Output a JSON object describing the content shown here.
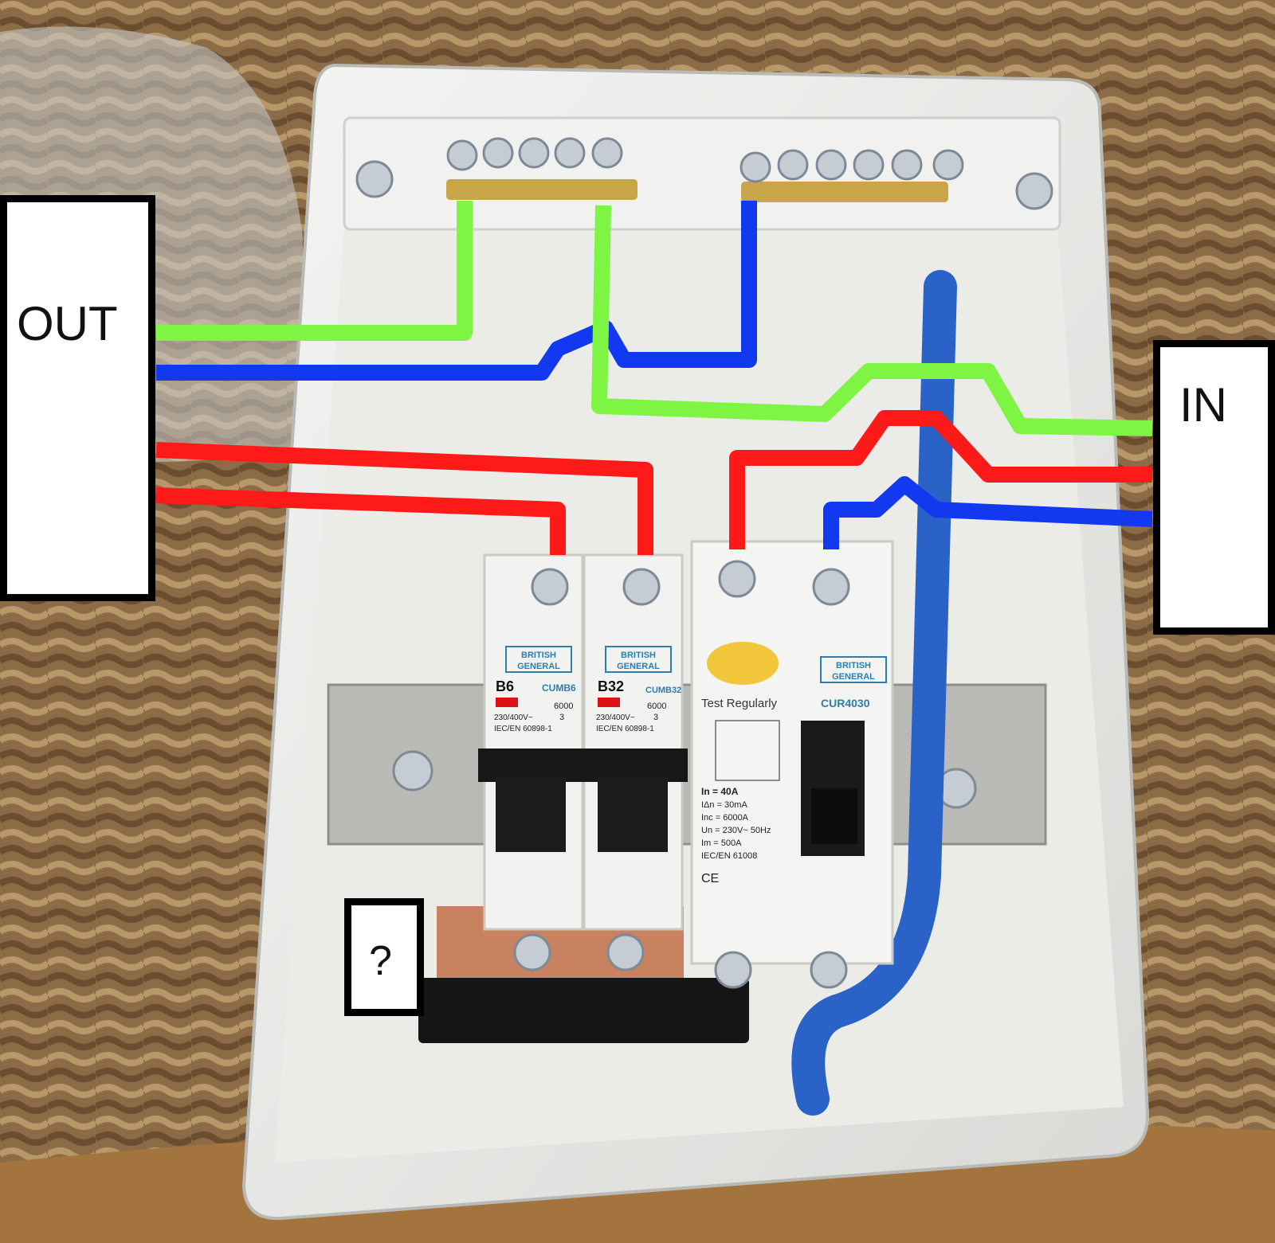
{
  "labels": {
    "out": "OUT",
    "in": "IN",
    "unknown": "?"
  },
  "breakers": [
    {
      "brand_line1": "BRITISH",
      "brand_line2": "GENERAL",
      "rating": "B6",
      "model": "CUMB6",
      "capacity": "6000",
      "class": "3",
      "voltage": "230/400V~",
      "standard": "IEC/EN 60898-1"
    },
    {
      "brand_line1": "BRITISH",
      "brand_line2": "GENERAL",
      "rating": "B32",
      "model": "CUMB32",
      "capacity": "6000",
      "class": "3",
      "voltage": "230/400V~",
      "standard": "IEC/EN 60898-1"
    }
  ],
  "rcd": {
    "brand_line1": "BRITISH",
    "brand_line2": "GENERAL",
    "model": "CUR4030",
    "test_text": "Test Regularly",
    "specs": [
      "In = 40A",
      "IΔn = 30mA",
      "Inc = 6000A",
      "Un = 230V~ 50Hz",
      "Im = 500A",
      "IEC/EN 61008"
    ],
    "ce": "CE"
  },
  "colors": {
    "earth": "#7ef542",
    "neutral": "#1238f0",
    "live": "#ff1a1a"
  }
}
